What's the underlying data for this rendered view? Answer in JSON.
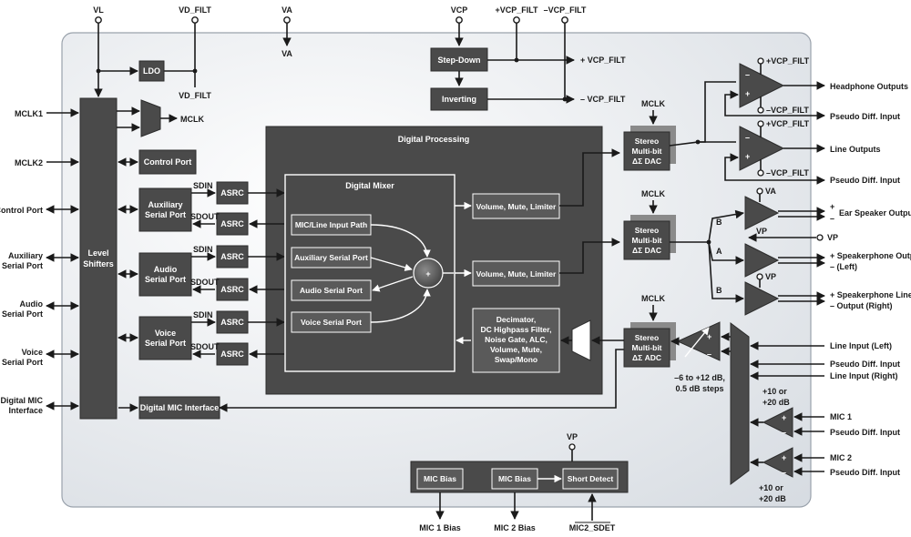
{
  "pins_top": {
    "vl": "VL",
    "vd_filt": "VD_FILT",
    "va": "VA",
    "vcp": "VCP",
    "pos_vcp_filt": "+VCP_FILT",
    "neg_vcp_filt": "–VCP_FILT"
  },
  "inner_labels": {
    "va_below": "VA",
    "vd_filt_below": "VD_FILT",
    "pos_vcp_filt_out": "+ VCP_FILT",
    "neg_vcp_filt_out": "– VCP_FILT",
    "mclk_out": "MCLK",
    "mclk_dac1": "MCLK",
    "mclk_dac2": "MCLK",
    "mclk_adc": "MCLK",
    "sdin_aux": "SDIN",
    "sdout_aux": "SDOUT",
    "sdin_audio": "SDIN",
    "sdout_audio": "SDOUT",
    "sdin_voice": "SDIN",
    "sdout_voice": "SDOUT",
    "amp1_pos": "+VCP_FILT",
    "amp1_neg": "–VCP_FILT",
    "amp2_pos": "+VCP_FILT",
    "amp2_neg": "–VCP_FILT",
    "va_spk": "VA",
    "vp_rail": "VP",
    "vp_amp3": "VP",
    "vp_bias": "VP",
    "path_b1": "B",
    "path_a": "A",
    "path_b2": "B",
    "pga_range_1": "–6 to +12 dB,",
    "pga_range_2": "0.5 dB steps",
    "boost_top_1": "+10 or",
    "boost_top_2": "+20 dB",
    "boost_bot_1": "+10 or",
    "boost_bot_2": "+20 dB"
  },
  "left_pins": {
    "mclk1": "MCLK1",
    "mclk2": "MCLK2",
    "control_port": "Control Port",
    "aux_serial_1": "Auxiliary",
    "aux_serial_2": "Serial Port",
    "audio_serial_1": "Audio",
    "audio_serial_2": "Serial Port",
    "voice_serial_1": "Voice",
    "voice_serial_2": "Serial Port",
    "digital_mic_1": "Digital MIC",
    "digital_mic_2": "Interface"
  },
  "blocks": {
    "ldo": "LDO",
    "step_down": "Step-Down",
    "inverting": "Inverting",
    "level_shifters_1": "Level",
    "level_shifters_2": "Shifters",
    "control_port": "Control Port",
    "aux_port_1": "Auxiliary",
    "aux_port_2": "Serial Port",
    "audio_port_1": "Audio",
    "audio_port_2": "Serial Port",
    "voice_port_1": "Voice",
    "voice_port_2": "Serial Port",
    "asrc": "ASRC",
    "digital_mic_interface": "Digital MIC Interface",
    "digital_processing": "Digital Processing",
    "digital_mixer": "Digital Mixer",
    "mic_line_input_path": "MIC/Line Input Path",
    "auxiliary_serial_port": "Auxiliary Serial Port",
    "audio_serial_port": "Audio Serial Port",
    "voice_serial_port": "Voice Serial Port",
    "sum": "+",
    "vol_mute_limiter": "Volume, Mute, Limiter",
    "decimator_1": "Decimator,",
    "decimator_2": "DC Highpass Filter,",
    "decimator_3": "Noise Gate, ALC,",
    "decimator_4": "Volume, Mute,",
    "decimator_5": "Swap/Mono",
    "conv_1": "Stereo",
    "conv_2": "Multi-bit",
    "dac_3": "ΔΣ DAC",
    "adc_3": "ΔΣ ADC",
    "mic_bias": "MIC Bias",
    "short_detect": "Short Detect"
  },
  "right_pins": {
    "headphone_outputs": "Headphone Outputs",
    "pseudo_diff_1": "Pseudo Diff. Input",
    "line_outputs": "Line Outputs",
    "pseudo_diff_2": "Pseudo Diff. Input",
    "ear_speaker_output": "Ear Speaker Output",
    "ear_plus": "+",
    "ear_minus": "–",
    "spk_left_1": "+ Speakerphone Output",
    "spk_left_2": "– (Left)",
    "spk_right_1": "+ Speakerphone Line",
    "spk_right_2": "– Output (Right)",
    "line_input_left": "Line Input (Left)",
    "pseudo_diff_3": "Pseudo Diff. Input",
    "line_input_right": "Line Input (Right)",
    "mic1": "MIC 1",
    "pseudo_diff_4": "Pseudo Diff. Input",
    "mic2": "MIC 2",
    "pseudo_diff_5": "Pseudo Diff. Input"
  },
  "bottom_pins": {
    "mic1_bias": "MIC 1 Bias",
    "mic2_bias": "MIC 2 Bias",
    "mic2_sdet": "MIC2_SDET"
  }
}
